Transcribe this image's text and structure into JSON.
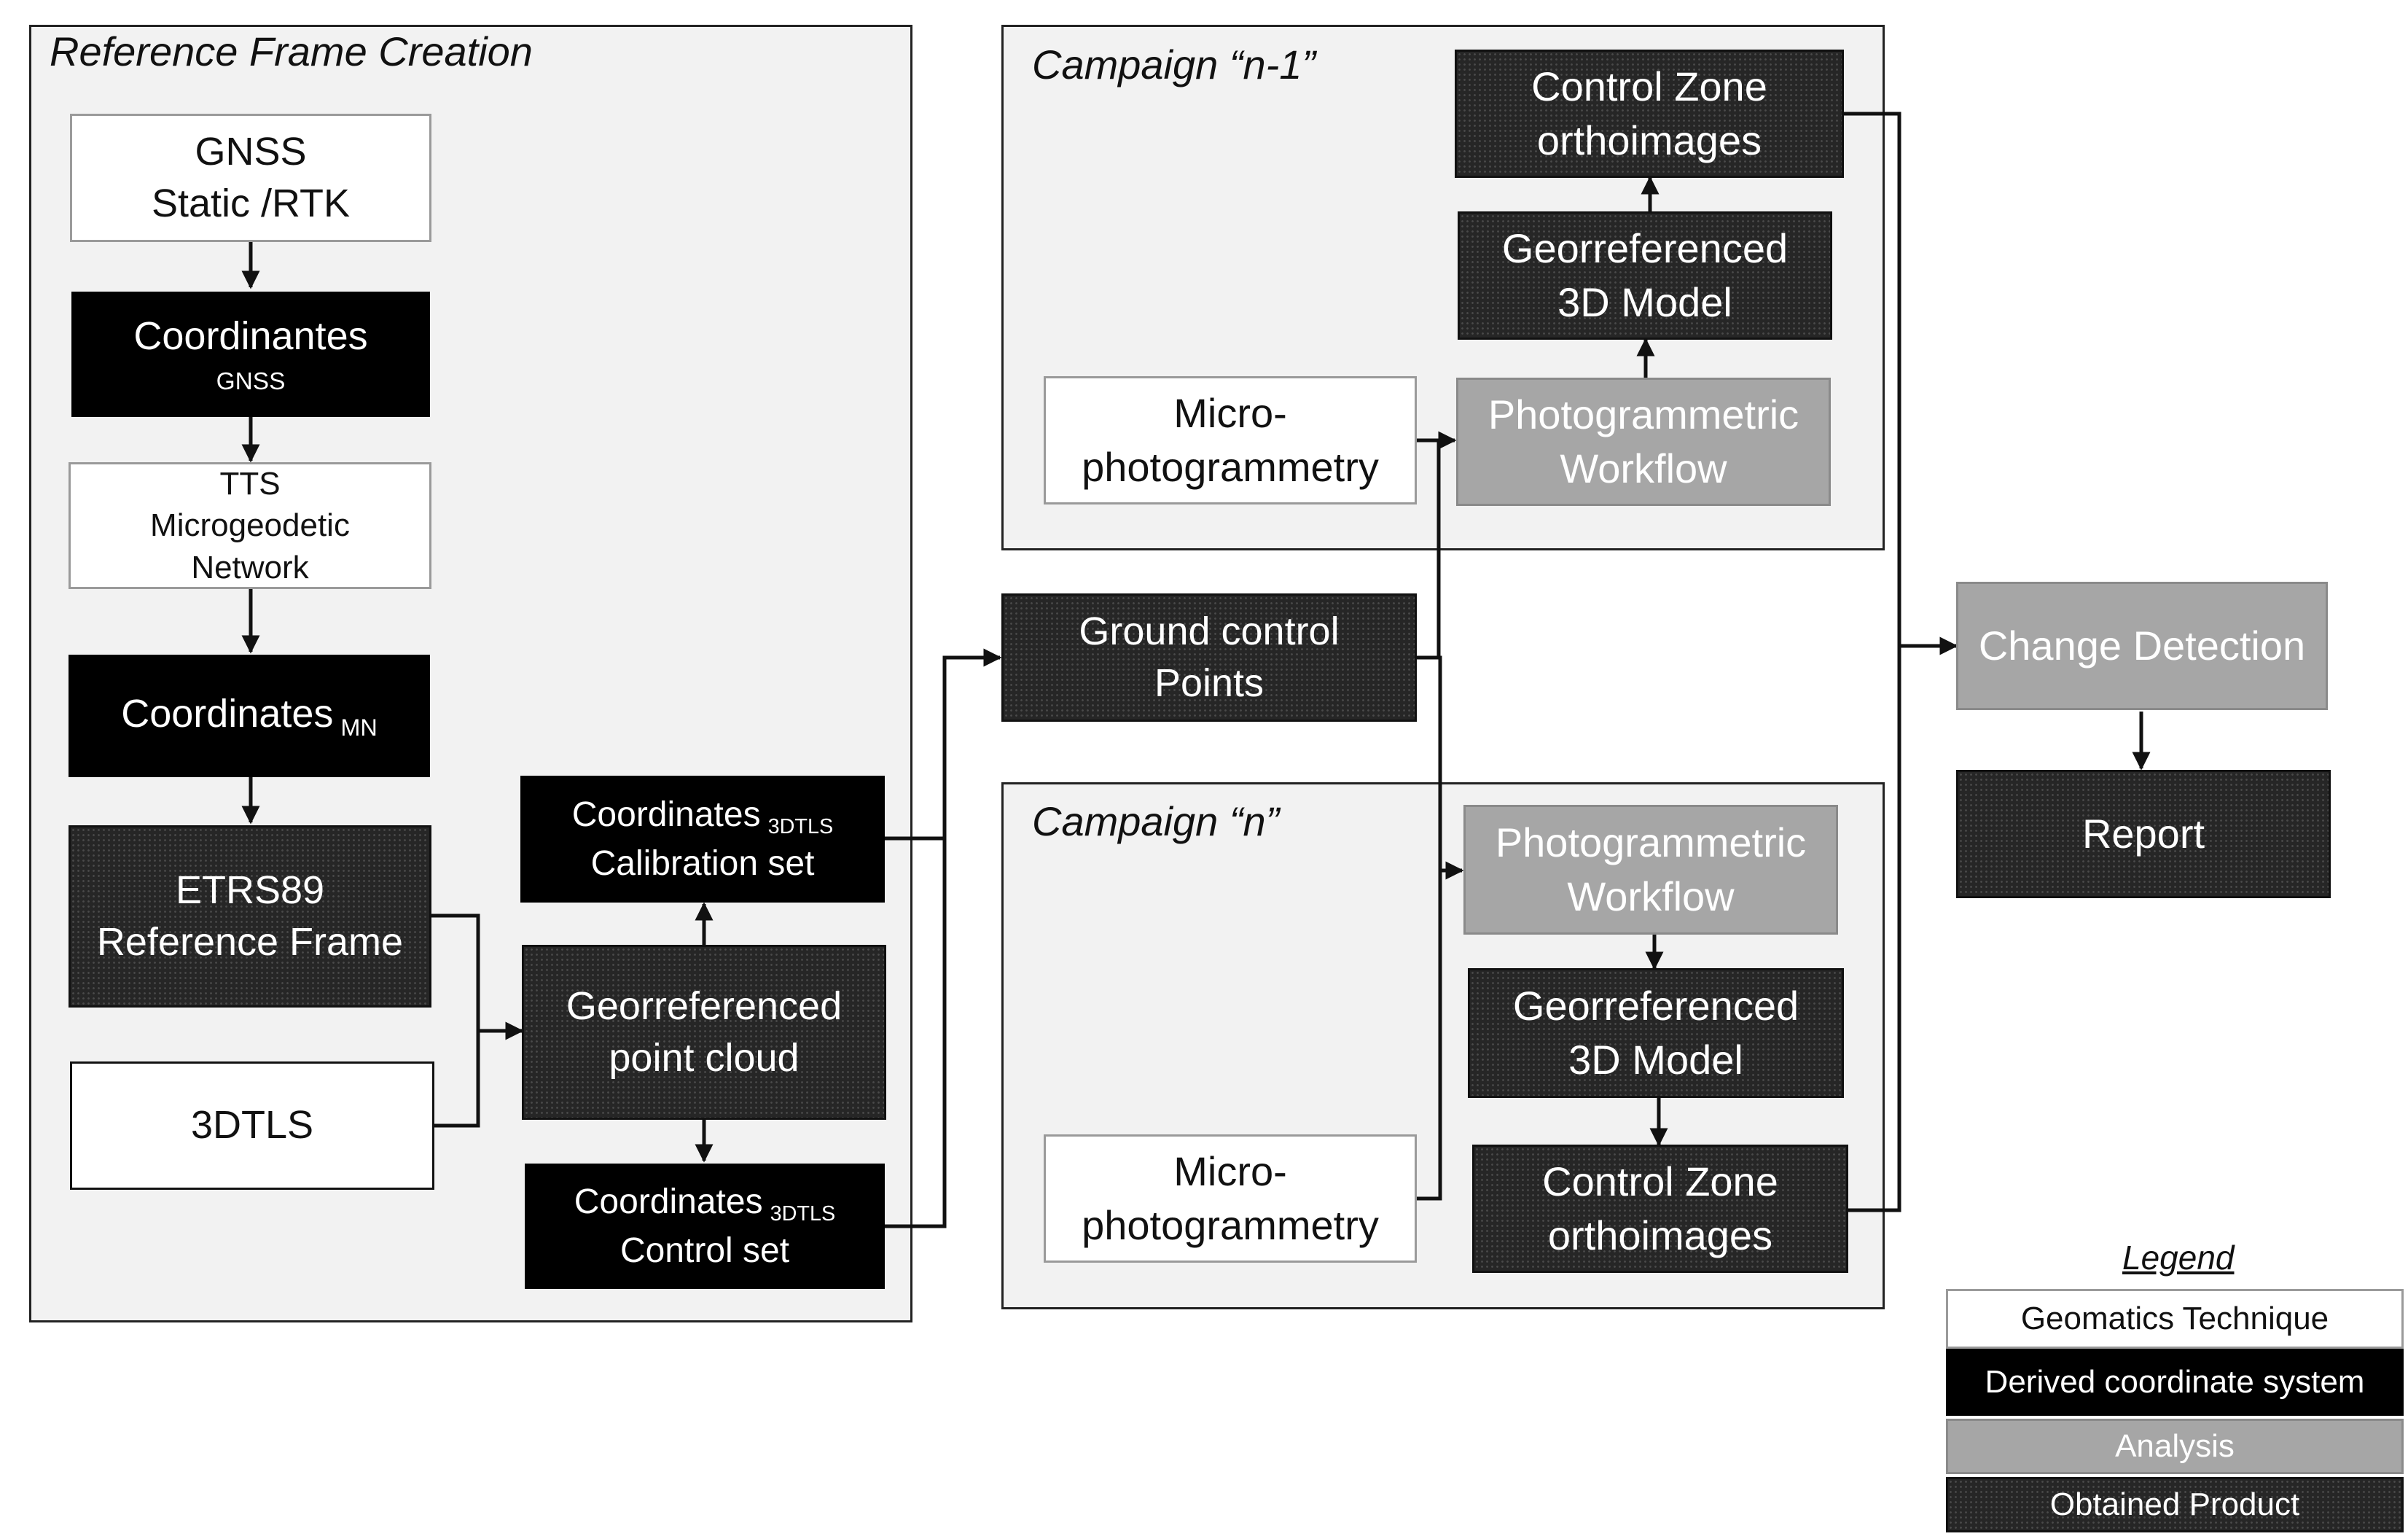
{
  "groups": {
    "reference": {
      "title": "Reference Frame Creation"
    },
    "campaign_prev": {
      "title": "Campaign “n-1”"
    },
    "campaign_n": {
      "title": "Campaign “n”"
    }
  },
  "nodes": {
    "gnss": {
      "lines": [
        "GNSS",
        "Static /RTK"
      ]
    },
    "coord_gnss": {
      "line1": "Coordinantes",
      "line2": "GNSS"
    },
    "tts": {
      "lines": [
        "TTS",
        "Microgeodetic",
        "Network"
      ]
    },
    "coord_mn": {
      "main": "Coordinates",
      "sub": "MN"
    },
    "etrs89": {
      "lines": [
        "ETRS89",
        "Reference Frame"
      ]
    },
    "tls": {
      "lines": [
        "3DTLS"
      ]
    },
    "coord_cal": {
      "main": "Coordinates",
      "sub": "3DTLS",
      "line2": "Calibration set"
    },
    "geo_cloud": {
      "lines": [
        "Georreferenced",
        "point cloud"
      ]
    },
    "coord_ctrl": {
      "main": "Coordinates",
      "sub": "3DTLS",
      "line2": "Control set"
    },
    "gcp": {
      "lines": [
        "Ground control",
        "Points"
      ]
    },
    "prev_micro": {
      "lines": [
        "Micro-",
        "photogrammetry"
      ]
    },
    "prev_workflow": {
      "lines": [
        "Photogrammetric",
        "Workflow"
      ]
    },
    "prev_model": {
      "lines": [
        "Georreferenced",
        "3D Model"
      ]
    },
    "prev_ortho": {
      "lines": [
        "Control Zone",
        "orthoimages"
      ]
    },
    "n_micro": {
      "lines": [
        "Micro-",
        "photogrammetry"
      ]
    },
    "n_workflow": {
      "lines": [
        "Photogrammetric",
        "Workflow"
      ]
    },
    "n_model": {
      "lines": [
        "Georreferenced",
        "3D Model"
      ]
    },
    "n_ortho": {
      "lines": [
        "Control Zone",
        "orthoimages"
      ]
    },
    "change": {
      "lines": [
        "Change Detection"
      ]
    },
    "report": {
      "lines": [
        "Report"
      ]
    }
  },
  "legend": {
    "title": "Legend",
    "items": [
      {
        "label": "Geomatics Technique"
      },
      {
        "label": "Derived coordinate system"
      },
      {
        "label": "Analysis"
      },
      {
        "label": "Obtained Product"
      }
    ]
  },
  "colors": {
    "geomatics_technique": "#ffffff",
    "derived_coordinate_system": "#000000",
    "analysis": "#a6a6a6",
    "obtained_product": "#262626",
    "group_background": "#f2f2f2",
    "connector": "#111111"
  }
}
